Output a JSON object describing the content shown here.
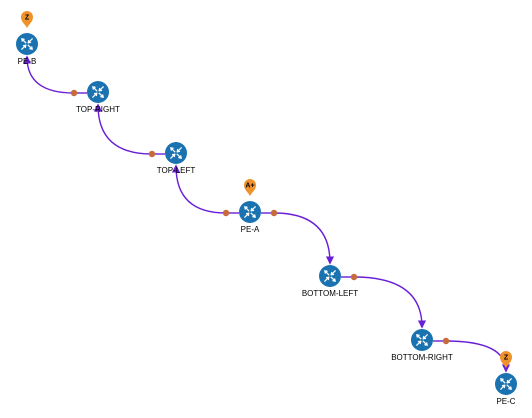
{
  "colors": {
    "link": "#6a1fd6",
    "router": "#1a73b0",
    "endpoint": "#c8693c",
    "pin": "#f0922b"
  },
  "nodes": [
    {
      "id": "pe-b",
      "label": "PE-B",
      "icon": "router-icon",
      "pin": "Z"
    },
    {
      "id": "top-right",
      "label": "TOP-RIGHT",
      "icon": "router-icon",
      "pin": null
    },
    {
      "id": "top-left",
      "label": "TOP-LEFT",
      "icon": "router-icon",
      "pin": null
    },
    {
      "id": "pe-a",
      "label": "PE-A",
      "icon": "router-icon",
      "pin": "A+"
    },
    {
      "id": "bottom-left",
      "label": "BOTTOM-LEFT",
      "icon": "router-icon",
      "pin": null
    },
    {
      "id": "bottom-right",
      "label": "BOTTOM-RIGHT",
      "icon": "router-icon",
      "pin": null
    },
    {
      "id": "pe-c",
      "label": "PE-C",
      "icon": "router-icon",
      "pin": "Z"
    }
  ],
  "links": [
    {
      "from": "pe-a",
      "to": "top-left"
    },
    {
      "from": "top-left",
      "to": "top-right"
    },
    {
      "from": "top-right",
      "to": "pe-b"
    },
    {
      "from": "pe-a",
      "to": "bottom-left"
    },
    {
      "from": "bottom-left",
      "to": "bottom-right"
    },
    {
      "from": "bottom-right",
      "to": "pe-c"
    }
  ]
}
